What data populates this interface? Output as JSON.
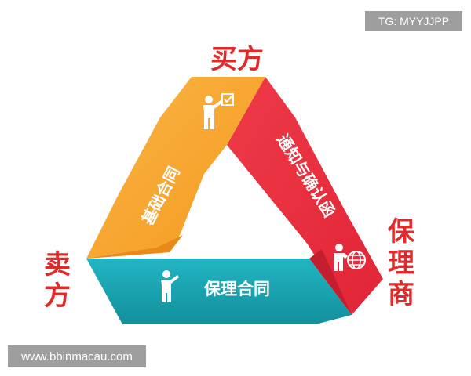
{
  "watermark_top": "TG: MYYJJPP",
  "watermark_bottom": "www.bbinmacau.com",
  "roles": {
    "buyer": "买方",
    "seller": [
      "卖",
      "方"
    ],
    "factor": [
      "保",
      "理",
      "商"
    ]
  },
  "bands": {
    "left": {
      "label": "基础合同",
      "color": "#f7a833"
    },
    "right": {
      "label": "通知与确认函",
      "color": "#e8303f"
    },
    "bottom": {
      "label": "保理合同",
      "color": "#1aa7b5"
    }
  },
  "icons": [
    "person-checklist-icon",
    "person-globe-icon",
    "person-presenting-icon"
  ]
}
